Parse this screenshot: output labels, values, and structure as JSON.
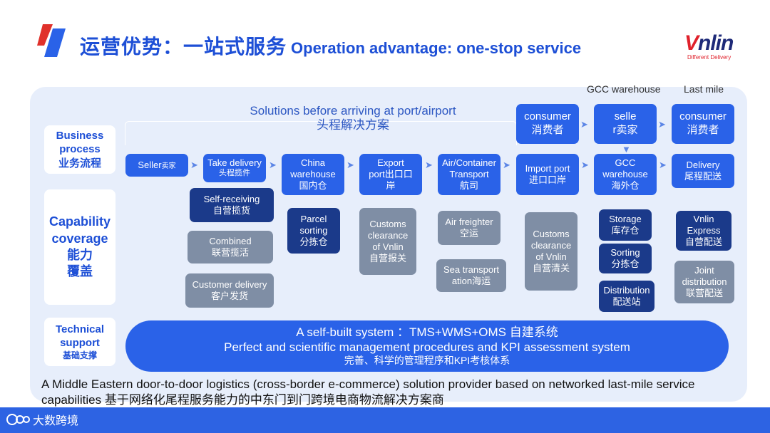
{
  "header": {
    "title_cn": "运营优势：一站式服务",
    "title_en": "Operation advantage: one-stop service",
    "brand_name": "Vnlin",
    "brand_tagline": "Different Delivery"
  },
  "top_labels": {
    "gcc_warehouse": "GCC warehouse",
    "last_mile": "Last mile"
  },
  "solutions": {
    "en": "Solutions before arriving at port/airport",
    "cn": "头程解决方案"
  },
  "sidebar": [
    {
      "line1": "Business",
      "line2": "process",
      "line3": "业务流程"
    },
    {
      "line1": "Capability",
      "line2": "coverage",
      "line3": "能力",
      "line4": "覆盖"
    },
    {
      "line1": "Technical",
      "line2": "support",
      "line3": "基础支撑"
    }
  ],
  "top_boxes": {
    "consumer_1": {
      "en": "consumer",
      "cn": "消费者"
    },
    "seller": {
      "en": "selle",
      "cn": "r卖家"
    },
    "consumer_2": {
      "en": "consumer",
      "cn": "消费者"
    }
  },
  "process_steps": [
    {
      "en": "Seller",
      "cn": "卖家"
    },
    {
      "en": "Take delivery",
      "cn": "头程揽件"
    },
    {
      "en": "China",
      "en2": "warehouse",
      "cn": "国内仓"
    },
    {
      "en": "Export",
      "en2": "port出口口",
      "cn": "岸"
    },
    {
      "en": "Air/Container",
      "en2": "Transport",
      "cn": "航司"
    },
    {
      "en": "Import port",
      "cn": "进口口岸"
    },
    {
      "en": "GCC",
      "en2": "warehouse",
      "cn": "海外仓"
    },
    {
      "en": "Delivery",
      "cn": "尾程配送"
    }
  ],
  "capabilities": {
    "take_delivery": [
      {
        "en": "Self-receiving",
        "cn": "自营揽货"
      },
      {
        "en": "Combined",
        "cn": "联营揽活"
      },
      {
        "en": "Customer delivery",
        "cn": "客户发货"
      }
    ],
    "china_warehouse": [
      {
        "en": "Parcel",
        "en2": "sorting",
        "cn": "分拣仓"
      }
    ],
    "export_port": [
      {
        "en": "Customs",
        "en2": "clearance",
        "en3": "of Vnlin",
        "cn": "自营报关"
      }
    ],
    "transport": [
      {
        "en": "Air freighter",
        "cn": "空运"
      },
      {
        "en": "Sea transport",
        "en2": "ation海运"
      }
    ],
    "import_port": [
      {
        "en": "Customs",
        "en2": "clearance",
        "en3": "of Vnlin",
        "cn": "自营清关"
      }
    ],
    "gcc_warehouse": [
      {
        "en": "Storage",
        "cn": "库存仓"
      },
      {
        "en": "Sorting",
        "cn": "分拣仓"
      },
      {
        "en": "Distribution",
        "cn": "配送站"
      }
    ],
    "delivery": [
      {
        "en": "Vnlin",
        "en2": "Express",
        "cn": "自营配送"
      },
      {
        "en": "Joint",
        "en2": "distribution",
        "cn": "联营配送"
      }
    ]
  },
  "tech_support": {
    "line1": "A self-built system ：TMS+WMS+OMS 自建系统",
    "line2": "Perfect and scientific management procedures and KPI assessment system",
    "line3": "完善、科学的管理程序和KPI考核体系"
  },
  "description": "A Middle Eastern door-to-door logistics (cross-border e-commerce) solution provider based on networked last-mile service capabilities 基于网络化尾程服务能力的中东门到门跨境电商物流解决方案商",
  "footer": {
    "logo_text": "大数跨境"
  },
  "colors": {
    "primary_blue": "#2a62e8",
    "navy": "#1b3a8a",
    "gray": "#7f8ea5",
    "panel": "#e7eefb",
    "title_blue": "#1d4fd6",
    "brand_red": "#e0212b"
  }
}
